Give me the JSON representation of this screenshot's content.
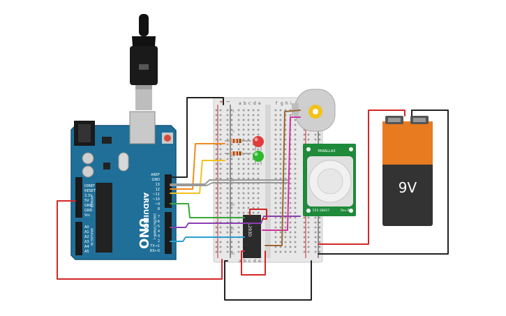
{
  "arduino": {
    "brand": "ARDUINO",
    "model": "UNO",
    "header_labels_top": [
      "AREF",
      "GND",
      "13",
      "12",
      "~11",
      "~10",
      "~9",
      "8"
    ],
    "header_labels_bottom": [
      "7",
      "~6",
      "~5",
      "4",
      "~3",
      "2",
      "TX→1",
      "RX←0"
    ],
    "header_group_label": "DIGITAL (PWM~)",
    "power_labels": [
      "IOREF",
      "RESET",
      "3.3V",
      "5V",
      "GND",
      "GND",
      "Vin"
    ],
    "power_group_label": "POWER",
    "analog_labels": [
      "A0",
      "A1",
      "A2",
      "A3",
      "A4",
      "A5"
    ],
    "analog_group_label": "ANALOG IN"
  },
  "breadboard": {
    "column_letters_left": [
      "a",
      "b",
      "c",
      "d",
      "e"
    ],
    "column_letters_right": [
      "f",
      "g",
      "h",
      "i",
      "j"
    ],
    "rail_plus": "+",
    "rail_minus": "−",
    "row_numbers": [
      "1",
      "5",
      "10",
      "15",
      "20",
      "25",
      "30"
    ]
  },
  "chip": {
    "label": "L293D"
  },
  "pir": {
    "label_top": "PARALLAX",
    "label_bottom": "555-28027",
    "label_side": "Rev B"
  },
  "battery": {
    "label": "9V"
  },
  "colors": {
    "arduino": "#1f6f99",
    "breadboard": "#e8e8e8",
    "pir_board": "#1e8a3a",
    "battery_body": "#333333",
    "battery_top": "#e87a20",
    "wire_red": "#d42626",
    "wire_black": "#222222",
    "wire_orange": "#f08a1c",
    "wire_yellow": "#f2c21b",
    "wire_green": "#3aa63a",
    "wire_purple": "#8a3fb0",
    "wire_blue": "#2a9fd0",
    "wire_brown": "#9a6630",
    "wire_magenta": "#d030a0",
    "wire_gray": "#999999"
  }
}
